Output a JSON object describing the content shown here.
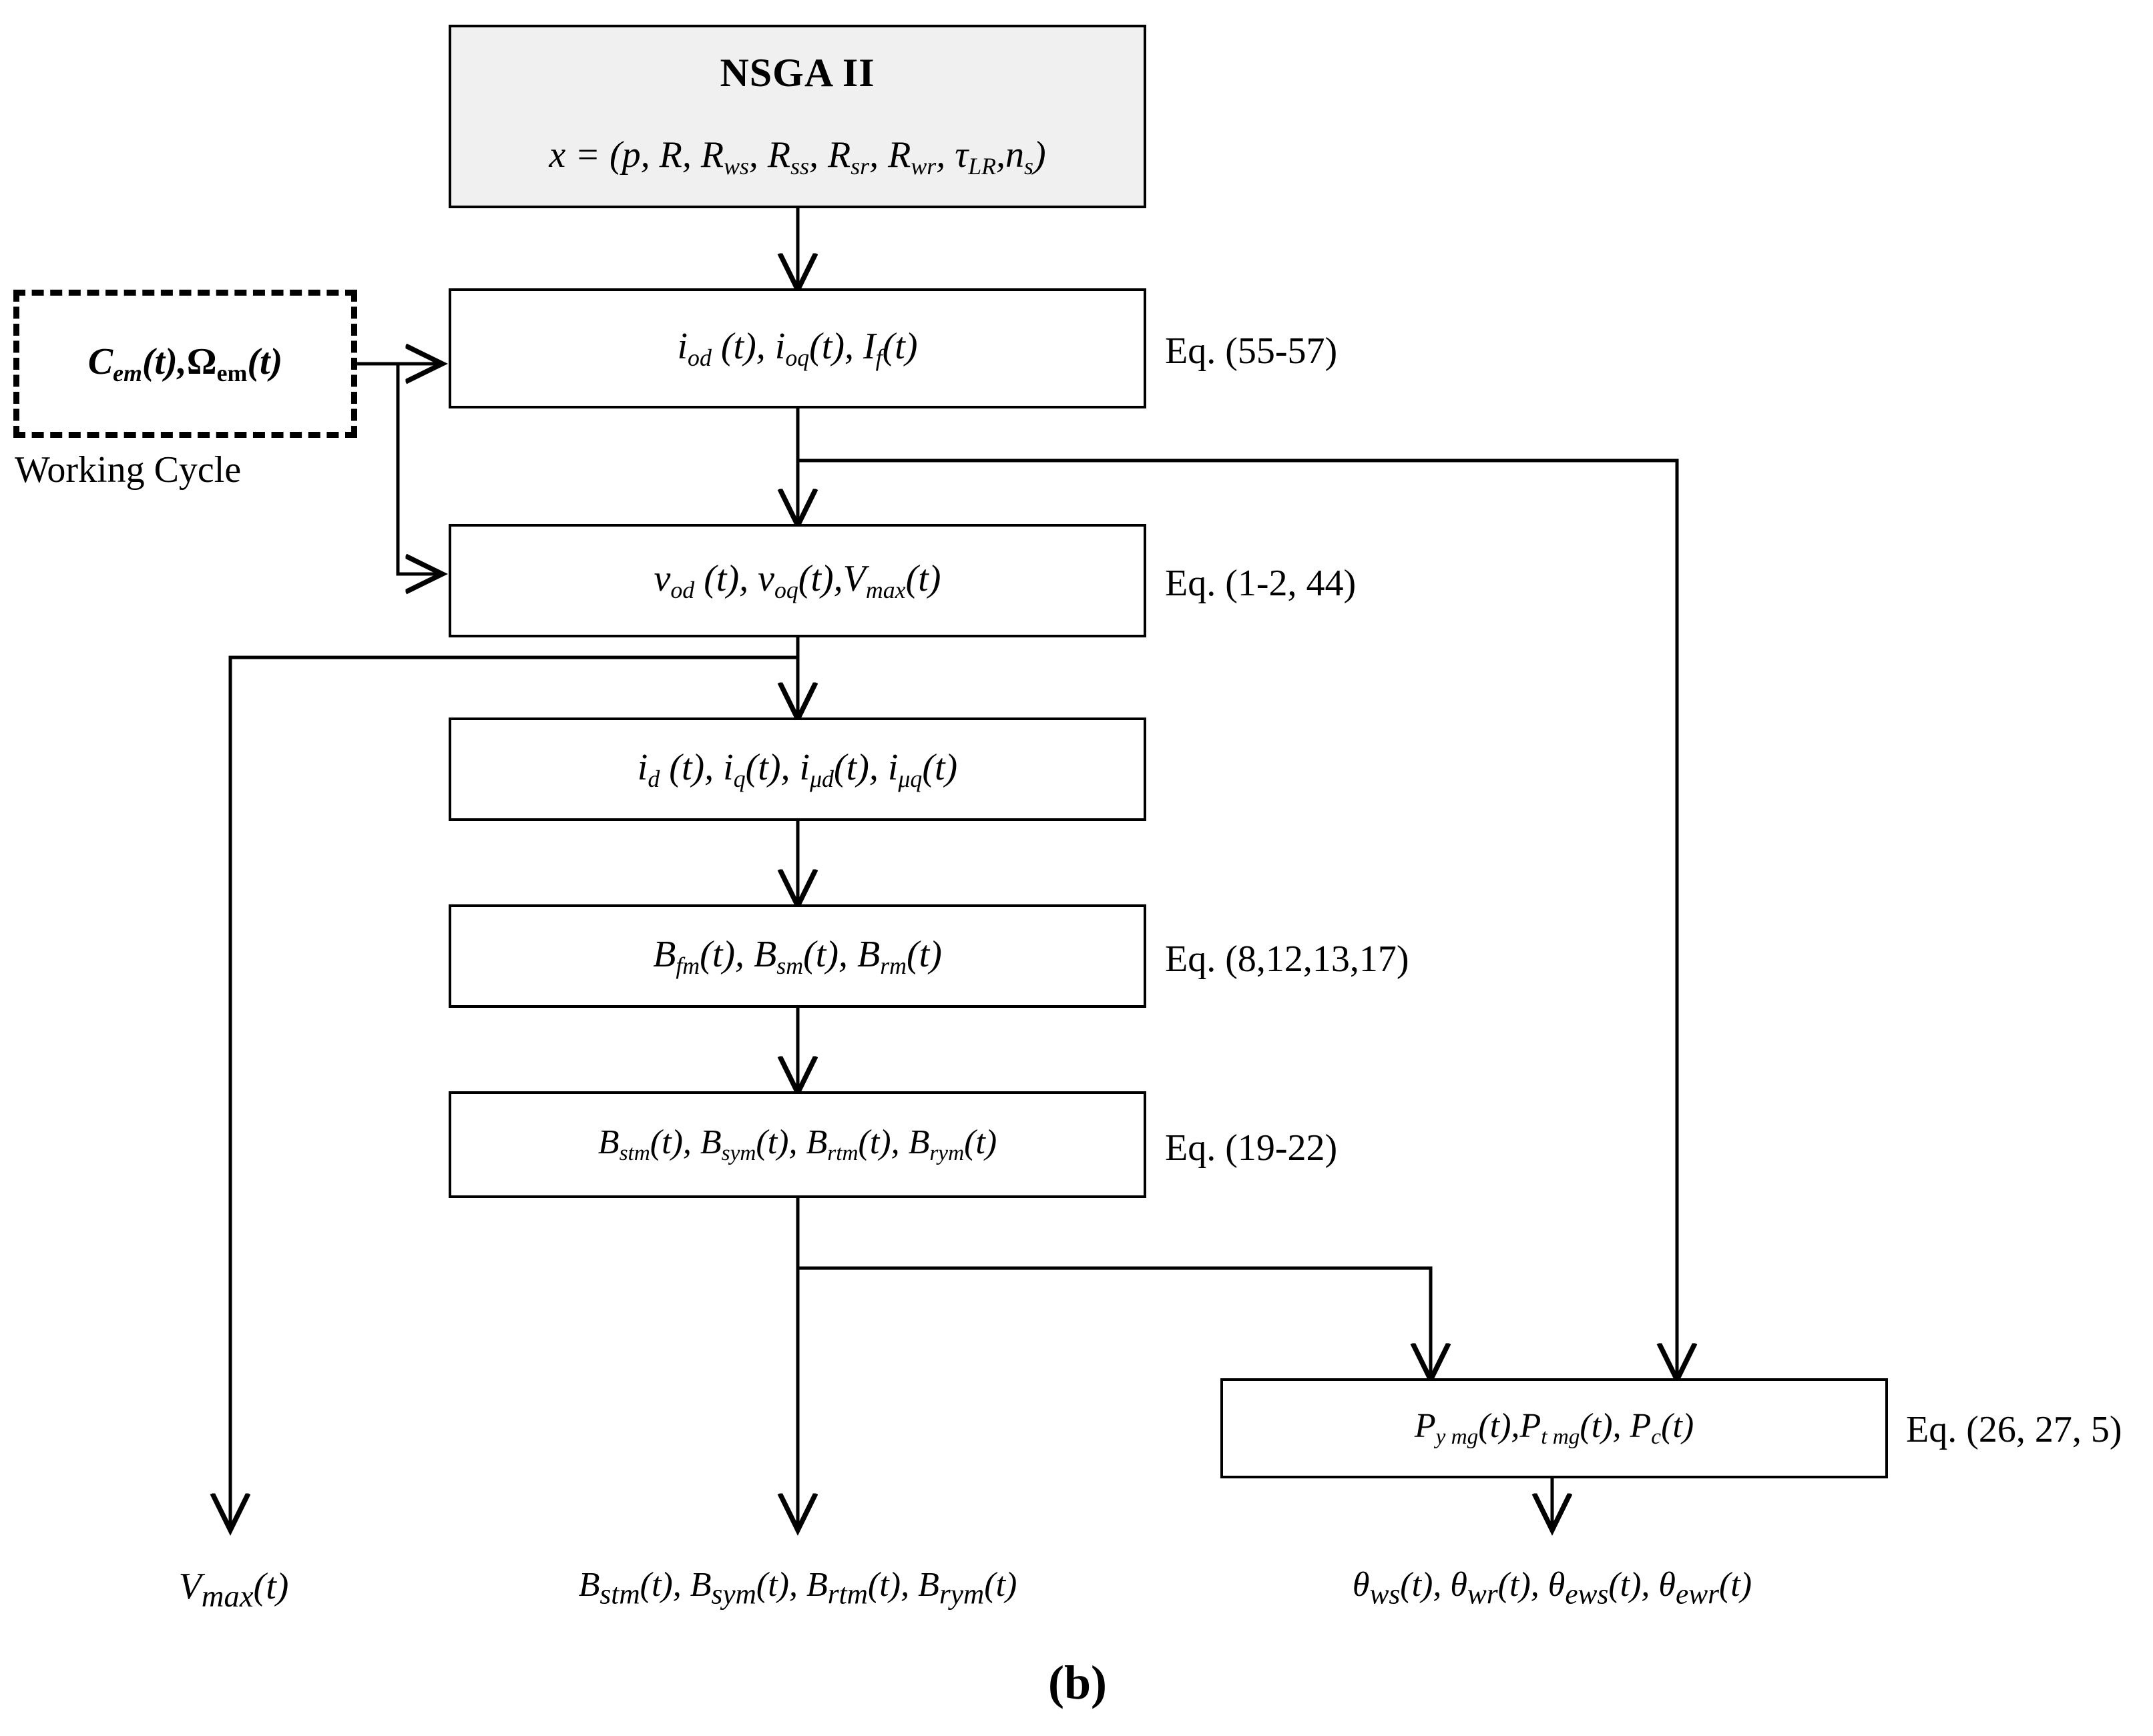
{
  "figure": {
    "caption": "(b)",
    "working_cycle_label": "Working Cycle"
  },
  "nodes": {
    "nsga": {
      "title": "NSGA II",
      "expression_lhs": "x",
      "expression_eq": "=",
      "expression_vars": "(p, R, R",
      "full_expression": "x = (p, R, Rws, Rss, Rsr, Rwr, τLR, ns)"
    },
    "working_cycle": {
      "expression": "Cem(t), Ωem(t)"
    },
    "box_iod": {
      "expression": "iod (t), ioq(t), If(t)",
      "equation": "Eq. (55-57)"
    },
    "box_vod": {
      "expression": "vod (t), voq(t), Vmax(t)",
      "equation": "Eq. (1-2, 44)"
    },
    "box_id": {
      "expression": "id (t), iq(t), iμd(t), iμq(t)",
      "equation": ""
    },
    "box_bfm": {
      "expression": "Bfm(t), Bsm(t), Brm(t)",
      "equation": "Eq. (8,12,13,17)"
    },
    "box_bstm": {
      "expression": "Bstm(t), Bsym(t), Brtm(t), Brym(t)",
      "equation": "Eq. (19-22)"
    },
    "box_pymg": {
      "expression": "Py mg(t),Pt mg(t), Pc(t)",
      "equation": "Eq. (26, 27, 5)"
    }
  },
  "outputs": {
    "vmax": "Vmax(t)",
    "bstm": "Bstm(t), Bsym(t), Brtm(t), Brym(t)",
    "theta": "θws(t), θwr(t), θews(t), θewr(t)"
  },
  "colors": {
    "stroke": "#000000",
    "shaded_fill": "#f0f0f0",
    "background": "#ffffff"
  },
  "chart_data": {
    "type": "table",
    "title": "NSGA II multi-objective optimization flowchart (b)",
    "nodes": [
      {
        "id": "nsga",
        "label": "NSGA II  x = (p, R, Rws, Rss, Rsr, Rwr, τLR, ns)",
        "equation": ""
      },
      {
        "id": "working_cycle",
        "label": "Cem(t), Ωem(t)",
        "equation": "",
        "note": "Working Cycle"
      },
      {
        "id": "box_iod",
        "label": "iod (t), ioq(t), If(t)",
        "equation": "Eq. (55-57)"
      },
      {
        "id": "box_vod",
        "label": "vod (t), voq(t), Vmax(t)",
        "equation": "Eq. (1-2, 44)"
      },
      {
        "id": "box_id",
        "label": "id (t), iq(t), iμd(t), iμq(t)",
        "equation": ""
      },
      {
        "id": "box_bfm",
        "label": "Bfm(t), Bsm(t), Brm(t)",
        "equation": "Eq. (8,12,13,17)"
      },
      {
        "id": "box_bstm",
        "label": "Bstm(t), Bsym(t), Brtm(t), Brym(t)",
        "equation": "Eq. (19-22)"
      },
      {
        "id": "box_pymg",
        "label": "Py mg(t),Pt mg(t), Pc(t)",
        "equation": "Eq. (26, 27, 5)"
      }
    ],
    "edges": [
      {
        "from": "nsga",
        "to": "box_iod"
      },
      {
        "from": "working_cycle",
        "to": "box_iod"
      },
      {
        "from": "working_cycle",
        "to": "box_vod"
      },
      {
        "from": "box_iod",
        "to": "box_vod"
      },
      {
        "from": "box_iod",
        "to": "box_pymg"
      },
      {
        "from": "box_vod",
        "to": "box_id"
      },
      {
        "from": "box_vod",
        "to": "out_vmax"
      },
      {
        "from": "box_id",
        "to": "box_bfm"
      },
      {
        "from": "box_bfm",
        "to": "box_bstm"
      },
      {
        "from": "box_bstm",
        "to": "out_bstm"
      },
      {
        "from": "box_bstm",
        "to": "box_pymg"
      },
      {
        "from": "box_pymg",
        "to": "out_theta"
      }
    ],
    "outputs": [
      {
        "id": "out_vmax",
        "label": "Vmax(t)"
      },
      {
        "id": "out_bstm",
        "label": "Bstm(t), Bsym(t), Brtm(t), Brym(t)"
      },
      {
        "id": "out_theta",
        "label": "θws(t), θwr(t), θews(t), θewr(t)"
      }
    ]
  }
}
